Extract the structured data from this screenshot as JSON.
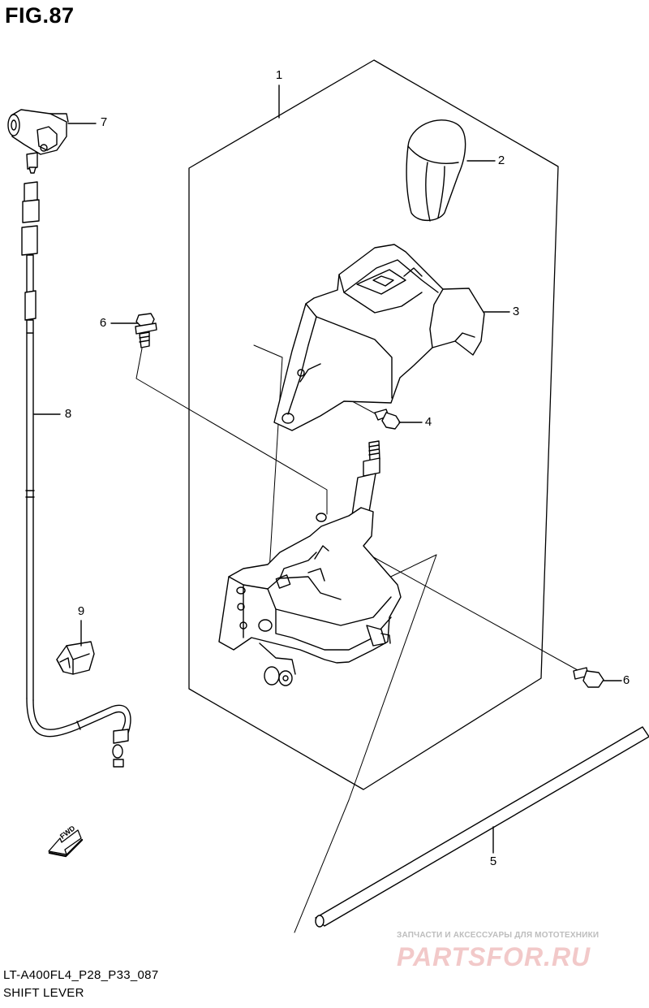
{
  "figure": {
    "title": "FIG.87",
    "code": "LT-A400FL4_P28_P33_087",
    "name": "SHIFT LEVER"
  },
  "callouts": {
    "c1": "1",
    "c2": "2",
    "c3": "3",
    "c4": "4",
    "c5": "5",
    "c6a": "6",
    "c6b": "6",
    "c7": "7",
    "c8": "8",
    "c9": "9"
  },
  "arrow_label": "FWD",
  "watermark": {
    "line1": "ЗАПЧАСТИ И АКСЕССУАРЫ ДЛЯ МОТОТЕХНИКИ",
    "line2": "PARTSFOR.RU"
  },
  "colors": {
    "ink": "#000000",
    "part_fill": "#ffffff",
    "watermark_text": "#f2c9c9",
    "watermark_small": "#bdbdbd"
  }
}
